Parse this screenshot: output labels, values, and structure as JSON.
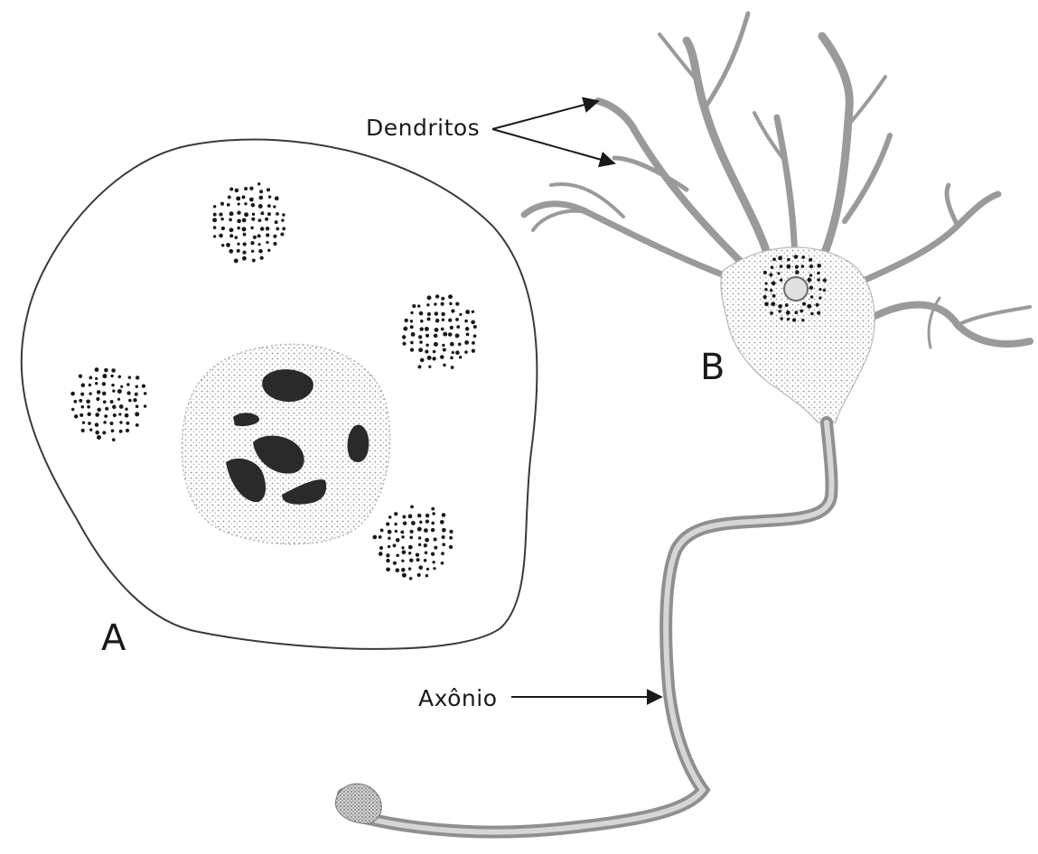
{
  "figure": {
    "labels": {
      "cell_a": "A",
      "cell_b": "B",
      "dendrites": "Dendritos",
      "axon": "Axônio"
    },
    "colors": {
      "ink": "#1a1a1a",
      "stipple": "#9a9a9a",
      "dark_blob": "#2a2a2a",
      "background": "#ffffff"
    }
  }
}
